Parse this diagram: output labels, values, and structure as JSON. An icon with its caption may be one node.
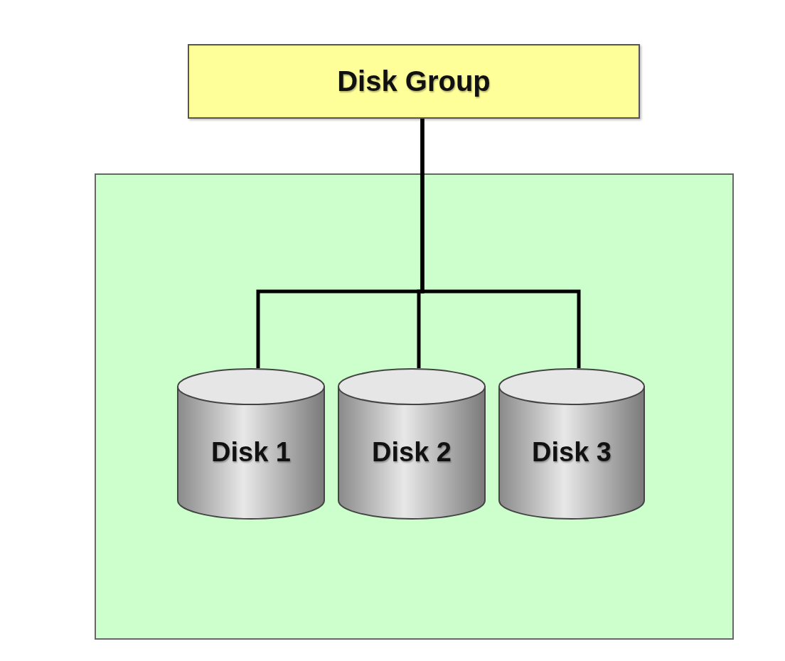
{
  "diagram": {
    "nodes": [
      {
        "text": [
          "Disk Group"
        ]
      },
      {
        "text": [],
        "shape": "box"
      },
      {
        "text": [
          "Disk 1"
        ],
        "in": 1
      },
      {
        "text": [
          "Disk 2"
        ],
        "in": 1
      },
      {
        "text": [
          "Disk 3"
        ],
        "in": 1
      }
    ],
    "edges": [
      {
        "from": 0,
        "to": 2,
        "arrow": "none"
      },
      {
        "from": 0,
        "to": 3,
        "arrow": "none"
      },
      {
        "from": 0,
        "to": 4,
        "arrow": "none"
      }
    ]
  }
}
